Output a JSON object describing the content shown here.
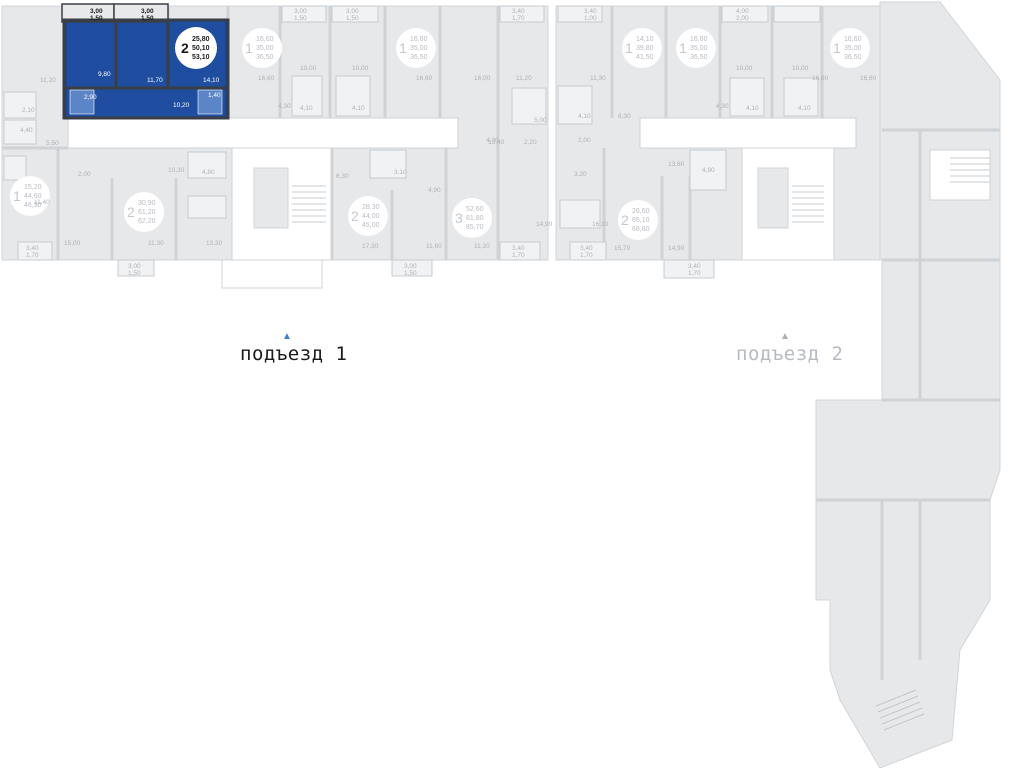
{
  "entrances": [
    {
      "label": "подъезд 1",
      "state": "active"
    },
    {
      "label": "подъезд 2",
      "state": "inactive"
    }
  ],
  "selected_apartment": {
    "rooms": "2",
    "areas": [
      "25,80",
      "50,10",
      "53,10"
    ],
    "room_areas": [
      "9,80",
      "11,70",
      "14,10",
      "10,20",
      "2,90",
      "1,40"
    ],
    "balconies": [
      [
        "3,00",
        "1,50"
      ],
      [
        "3,00",
        "1,50"
      ]
    ]
  },
  "apartments": [
    {
      "rooms": "1",
      "areas": [
        "16,60",
        "35,00",
        "36,50"
      ]
    },
    {
      "rooms": "1",
      "areas": [
        "16,60",
        "35,00",
        "36,50"
      ]
    },
    {
      "rooms": "1",
      "areas": [
        "15,20",
        "44,60",
        "46,30"
      ]
    },
    {
      "rooms": "2",
      "areas": [
        "30,90",
        "61,20",
        "62,20"
      ]
    },
    {
      "rooms": "2",
      "areas": [
        "28,30",
        "44,00",
        "45,00"
      ]
    },
    {
      "rooms": "3",
      "areas": [
        "52,60",
        "81,80",
        "85,70"
      ]
    },
    {
      "rooms": "1",
      "areas": [
        "14,10",
        "39,80",
        "41,50"
      ]
    },
    {
      "rooms": "1",
      "areas": [
        "16,60",
        "35,00",
        "36,50"
      ]
    },
    {
      "rooms": "1",
      "areas": [
        "16,60",
        "35,00",
        "36,50"
      ]
    },
    {
      "rooms": "2",
      "areas": [
        "26,60",
        "65,10",
        "68,80"
      ]
    }
  ],
  "balconies": [
    [
      "3,00",
      "1,50"
    ],
    [
      "3,00",
      "1,50"
    ],
    [
      "3,40",
      "1,70"
    ],
    [
      "3,40",
      "1,70"
    ],
    [
      "3,00",
      "1,50"
    ],
    [
      "3,00",
      "1,50"
    ],
    [
      "3,40",
      "1,70"
    ],
    [
      "3,40",
      "1,00"
    ],
    [
      "3,40",
      "1,70"
    ],
    [
      "3,40",
      "1,70"
    ],
    [
      "4,00",
      "2,00"
    ]
  ],
  "room_labels": [
    "11,20",
    "2,10",
    "4,40",
    "5,50",
    "2,00",
    "11,40",
    "15,00",
    "11,30",
    "13,30",
    "4,80",
    "10,30",
    "16,60",
    "10,00",
    "4,10",
    "10,00",
    "4,10",
    "4,30",
    "16,60",
    "16,00",
    "11,20",
    "5,00",
    "4,30",
    "6,30",
    "13,40",
    "2,20",
    "4,90",
    "3,10",
    "17,30",
    "11,60",
    "11,20",
    "14,90",
    "11,30",
    "4,10",
    "2,00",
    "8,30",
    "3,20",
    "13,60",
    "15,70",
    "14,90",
    "4,80",
    "10,00",
    "4,10",
    "10,00",
    "4,10",
    "4,30",
    "16,60",
    "16,30",
    "16,60"
  ]
}
